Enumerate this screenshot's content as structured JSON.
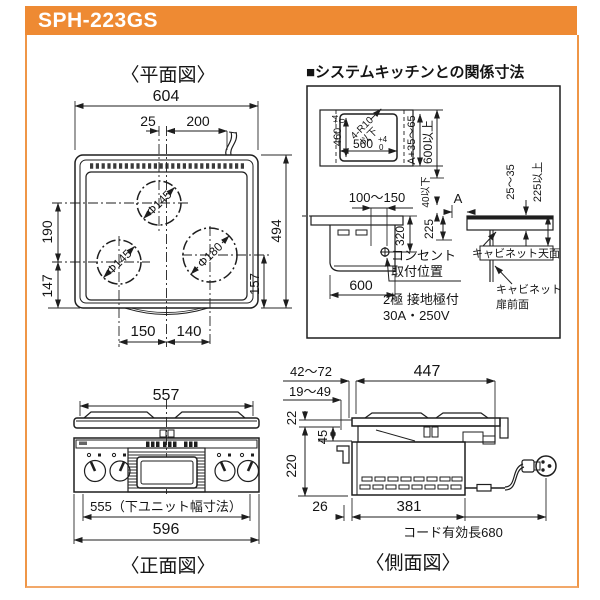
{
  "header": {
    "title": "SPH-223GS",
    "accent_color": "#EE8A33"
  },
  "plan_view": {
    "title": "〈平面図〉",
    "dim_width_total": "604",
    "dim_offset_left": "25",
    "dim_offset_cord": "200",
    "dim_left_upper": "190",
    "dim_left_lower": "147",
    "dim_depth_total": "494",
    "dim_right_lower": "157",
    "dim_bottom_left": "150",
    "dim_bottom_right": "140",
    "burner_top": "Φ145",
    "burner_left": "Φ145",
    "burner_right": "Φ180"
  },
  "kitchen_section": {
    "title": "■システムキッチンとの関係寸法",
    "cutout_depth": "460",
    "cutout_width": "560",
    "tol_plus": "+4",
    "tol_minus": "0",
    "corner_note_line1": "4-R10",
    "corner_note_line2": "以下",
    "dim_front_range": "A+35〜65",
    "dim_depth_min": "600以上",
    "dim_outlet_range": "100〜150",
    "dim_gap_max": "40以下",
    "dim_a_label": "A",
    "dim_under_depth": "225",
    "dim_outlet_height": "320",
    "cabinet_width": "600",
    "dim_counter_thickness": "25〜35",
    "dim_clearance_min": "225以上",
    "outlet_label_line1": "コンセント",
    "outlet_label_line2": "取付位置",
    "outlet_spec_line1": "2極 接地極付",
    "outlet_spec_line2": "30A・250V",
    "cabinet_top_label": "キャビネット天面",
    "cabinet_front_label_line1": "キャビネット",
    "cabinet_front_label_line2": "扉前面"
  },
  "front_view": {
    "title": "〈正面図〉",
    "dim_top_width": "557",
    "dim_lower_unit": "555（下ユニット幅寸法）",
    "dim_total_width": "596"
  },
  "side_view": {
    "title": "〈側面図〉",
    "dim_range_a": "42〜72",
    "dim_range_b": "19〜49",
    "dim_top_offset": "22",
    "dim_flange": "45",
    "dim_body_height": "220",
    "dim_top_depth": "447",
    "dim_front_gap": "26",
    "dim_body_depth": "381",
    "cord_label": "コード有効長680"
  }
}
